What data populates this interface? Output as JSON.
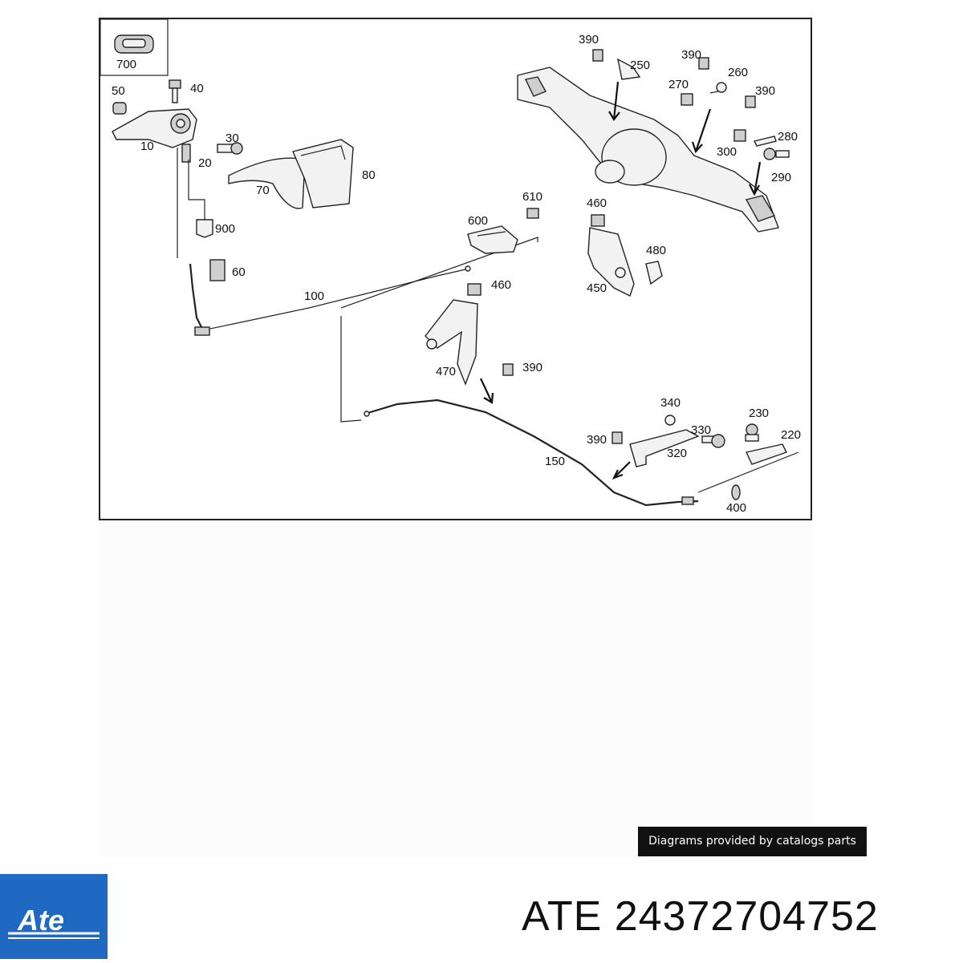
{
  "diagram": {
    "labels": [
      "700",
      "50",
      "40",
      "10",
      "30",
      "20",
      "70",
      "80",
      "900",
      "60",
      "100",
      "610",
      "600",
      "460",
      "460",
      "450",
      "480",
      "470",
      "390",
      "390",
      "390",
      "390",
      "390",
      "250",
      "260",
      "270",
      "280",
      "300",
      "290",
      "340",
      "230",
      "220",
      "330",
      "320",
      "150",
      "400"
    ]
  },
  "credit": {
    "text": "Diagrams provided by catalogs parts"
  },
  "brand": {
    "logo_text": "Ate"
  },
  "title": {
    "text": "ATE 24372704752"
  },
  "colors": {
    "logo_blue": "#1f69c2",
    "badge_bg": "#111111"
  }
}
